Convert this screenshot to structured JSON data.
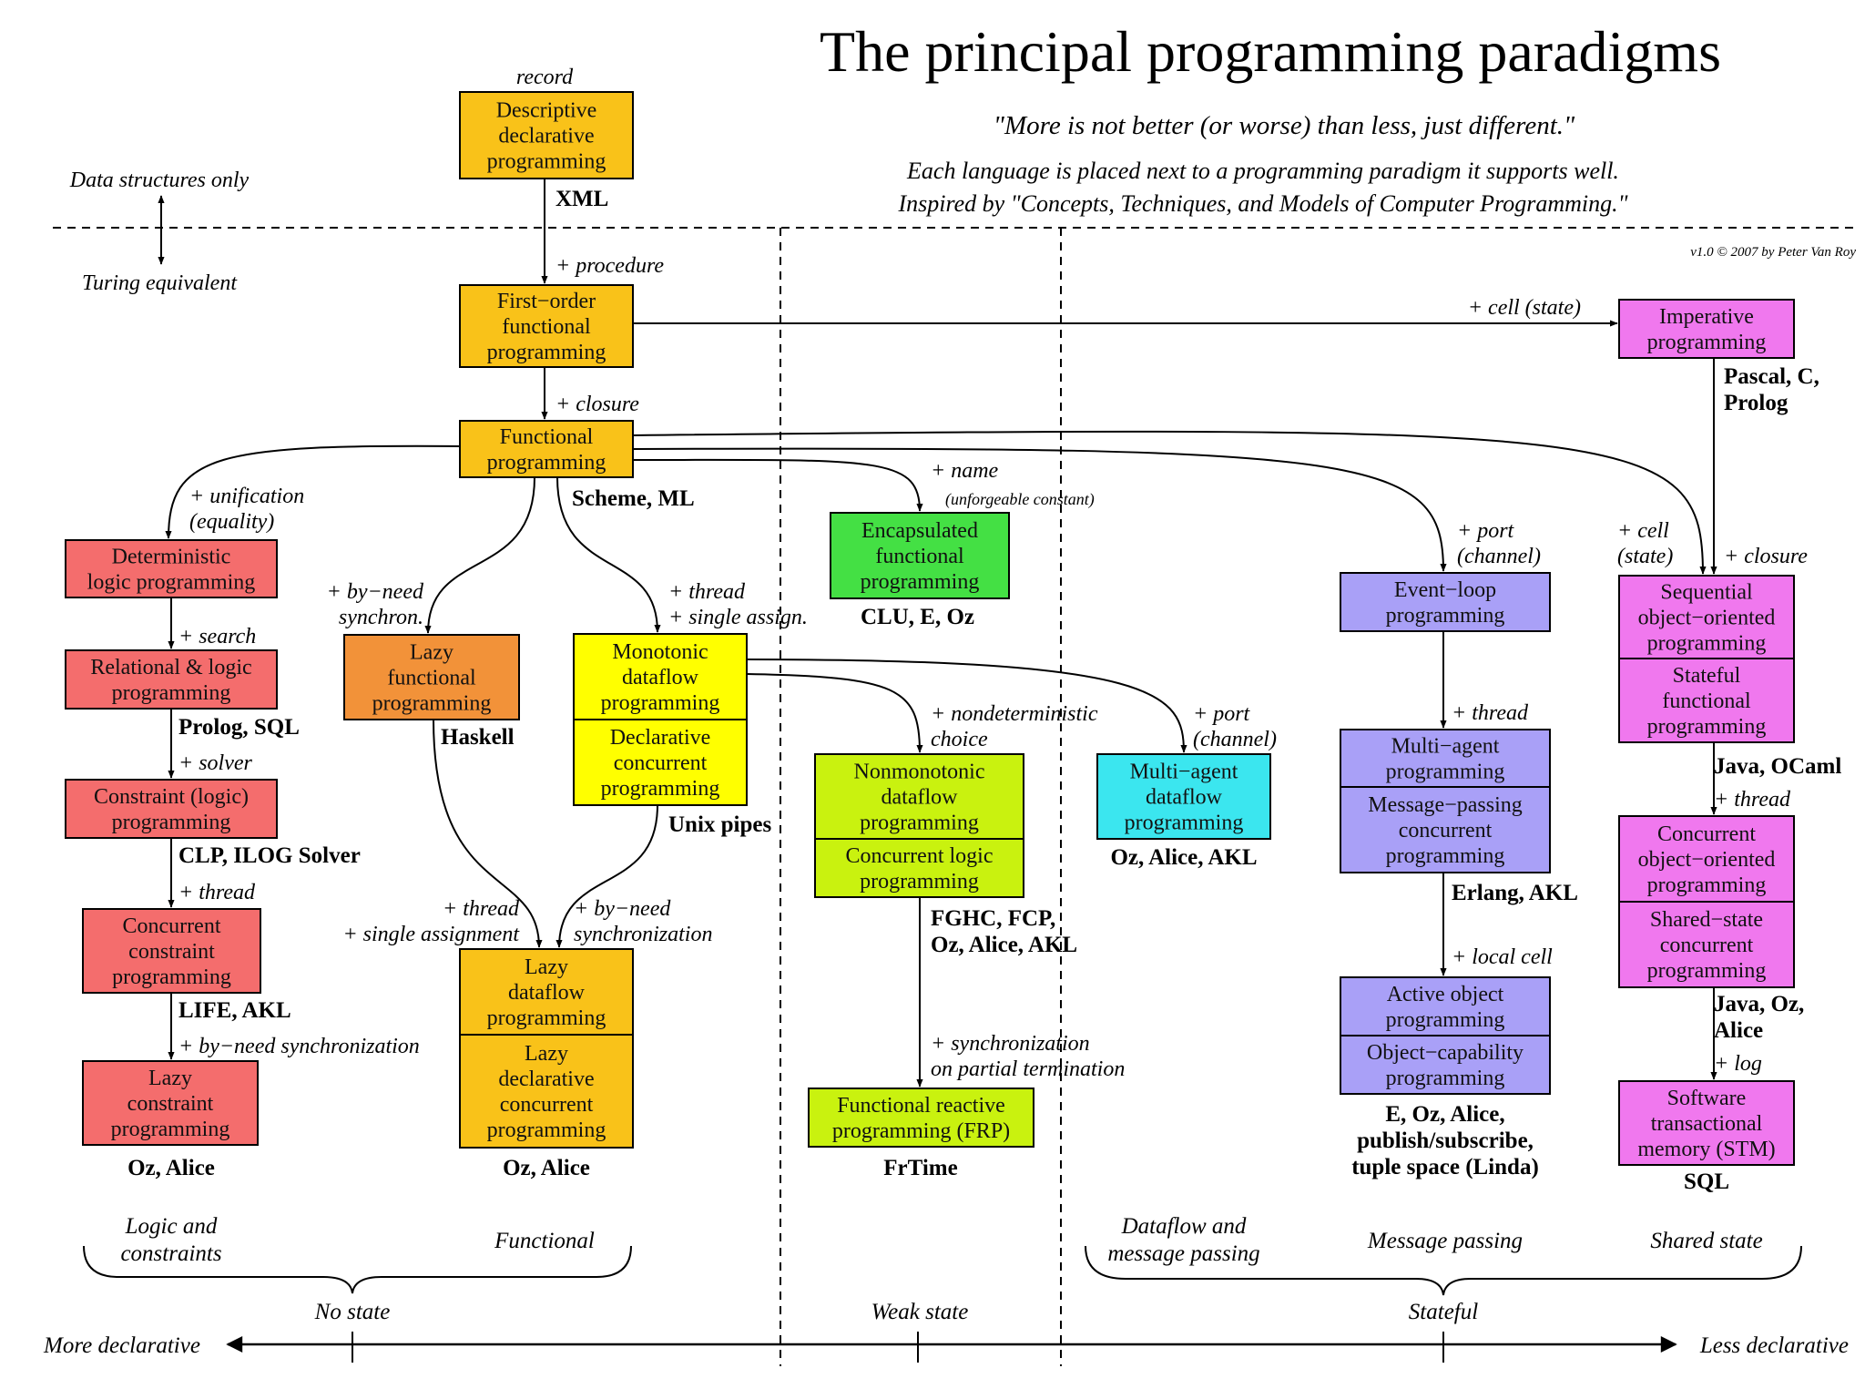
{
  "header": {
    "title": "The principal programming paradigms",
    "subtitle": "\"More is not better (or worse) than less, just different.\"",
    "description_1": "Each language is placed next to a programming paradigm it supports well.",
    "description_2": "Inspired by \"Concepts, Techniques, and Models of Computer Programming.\"",
    "version": "v1.0 © 2007 by Peter Van Roy"
  },
  "left_axis": {
    "top": "Data structures only",
    "bottom": "Turing equivalent"
  },
  "colors": {
    "orange": "#f9c219",
    "red": "#f46d6d",
    "dark_orange": "#f29239",
    "yellow": "#ffff00",
    "green": "#44e044",
    "lime": "#c9f20f",
    "cyan": "#3be6ef",
    "lavender": "#a9a0f7",
    "magenta": "#f078ee"
  },
  "paradigms": {
    "descriptive": {
      "lines": [
        "Descriptive",
        "declarative",
        "programming"
      ],
      "color": "#f9c219"
    },
    "first_order": {
      "lines": [
        "First−order",
        "functional",
        "programming"
      ],
      "color": "#f9c219"
    },
    "functional": {
      "lines": [
        "Functional",
        "programming"
      ],
      "color": "#f9c219"
    },
    "deterministic_logic": {
      "lines": [
        "Deterministic",
        "logic programming"
      ],
      "color": "#f46d6d"
    },
    "relational_logic": {
      "lines": [
        "Relational & logic",
        "programming"
      ],
      "color": "#f46d6d"
    },
    "constraint_logic": {
      "lines": [
        "Constraint (logic)",
        "programming"
      ],
      "color": "#f46d6d"
    },
    "concurrent_constraint": {
      "lines": [
        "Concurrent",
        "constraint",
        "programming"
      ],
      "color": "#f46d6d"
    },
    "lazy_constraint": {
      "lines": [
        "Lazy",
        "constraint",
        "programming"
      ],
      "color": "#f46d6d"
    },
    "lazy_functional": {
      "lines": [
        "Lazy",
        "functional",
        "programming"
      ],
      "color": "#f29239"
    },
    "monotonic_dataflow": {
      "lines": [
        "Monotonic",
        "dataflow",
        "programming"
      ],
      "color": "#ffff00"
    },
    "declarative_concurrent": {
      "lines": [
        "Declarative",
        "concurrent",
        "programming"
      ],
      "color": "#ffff00"
    },
    "lazy_dataflow": {
      "lines": [
        "Lazy",
        "dataflow",
        "programming"
      ],
      "color": "#f9c219"
    },
    "lazy_declarative_concurrent": {
      "lines": [
        "Lazy",
        "declarative",
        "concurrent",
        "programming"
      ],
      "color": "#f9c219"
    },
    "encapsulated_functional": {
      "lines": [
        "Encapsulated",
        "functional",
        "programming"
      ],
      "color": "#44e044"
    },
    "nonmonotonic_dataflow": {
      "lines": [
        "Nonmonotonic",
        "dataflow",
        "programming"
      ],
      "color": "#c9f20f"
    },
    "concurrent_logic": {
      "lines": [
        "Concurrent logic",
        "programming"
      ],
      "color": "#c9f20f"
    },
    "frp": {
      "lines": [
        "Functional reactive",
        "programming (FRP)"
      ],
      "color": "#c9f20f"
    },
    "multi_agent_dataflow": {
      "lines": [
        "Multi−agent",
        "dataflow",
        "programming"
      ],
      "color": "#3be6ef"
    },
    "event_loop": {
      "lines": [
        "Event−loop",
        "programming"
      ],
      "color": "#a9a0f7"
    },
    "multi_agent": {
      "lines": [
        "Multi−agent",
        "programming"
      ],
      "color": "#a9a0f7"
    },
    "message_passing_concurrent": {
      "lines": [
        "Message−passing",
        "concurrent",
        "programming"
      ],
      "color": "#a9a0f7"
    },
    "active_object": {
      "lines": [
        "Active object",
        "programming"
      ],
      "color": "#a9a0f7"
    },
    "object_capability": {
      "lines": [
        "Object−capability",
        "programming"
      ],
      "color": "#a9a0f7"
    },
    "imperative": {
      "lines": [
        "Imperative",
        "programming"
      ],
      "color": "#f078ee"
    },
    "sequential_oo": {
      "lines": [
        "Sequential",
        "object−oriented",
        "programming"
      ],
      "color": "#f078ee"
    },
    "stateful_functional": {
      "lines": [
        "Stateful",
        "functional",
        "programming"
      ],
      "color": "#f078ee"
    },
    "concurrent_oo": {
      "lines": [
        "Concurrent",
        "object−oriented",
        "programming"
      ],
      "color": "#f078ee"
    },
    "shared_state_concurrent": {
      "lines": [
        "Shared−state",
        "concurrent",
        "programming"
      ],
      "color": "#f078ee"
    },
    "stm": {
      "lines": [
        "Software",
        "transactional",
        "memory (STM)"
      ],
      "color": "#f078ee"
    }
  },
  "languages": {
    "xml": [
      "XML"
    ],
    "scheme_ml": [
      "Scheme, ML"
    ],
    "prolog_sql": [
      "Prolog, SQL"
    ],
    "clp": [
      "CLP, ILOG Solver"
    ],
    "life_akl": [
      "LIFE, AKL"
    ],
    "oz_alice_left": [
      "Oz, Alice"
    ],
    "haskell": [
      "Haskell"
    ],
    "unix_pipes": [
      "Unix pipes"
    ],
    "oz_alice_mid": [
      "Oz, Alice"
    ],
    "clu": [
      "CLU, E, Oz"
    ],
    "fghc": [
      "FGHC, FCP,",
      "Oz, Alice, AKL"
    ],
    "frtime": [
      "FrTime"
    ],
    "oz_alice_akl": [
      "Oz, Alice, AKL"
    ],
    "erlang": [
      "Erlang, AKL"
    ],
    "e_oz": [
      "E, Oz, Alice,",
      "publish/subscribe,",
      "tuple space (Linda)"
    ],
    "pascal": [
      "Pascal, C,",
      "Prolog"
    ],
    "java_ocaml": [
      "Java, OCaml"
    ],
    "java_oz_alice": [
      "Java, Oz,",
      "Alice"
    ],
    "sql": [
      "SQL"
    ]
  },
  "edge_labels": {
    "record": [
      "record"
    ],
    "procedure": [
      "+ procedure"
    ],
    "cell_state_top": [
      "+ cell (state)"
    ],
    "closure_top": [
      "+ closure"
    ],
    "unification": [
      "+ unification",
      "(equality)"
    ],
    "search": [
      "+ search"
    ],
    "solver": [
      "+ solver"
    ],
    "thread_left": [
      "+ thread"
    ],
    "by_need_sync_left": [
      "+ by−need synchronization"
    ],
    "by_need_synchron": [
      "+ by−need",
      "synchron."
    ],
    "thread_single": [
      "+ thread",
      "+ single assign."
    ],
    "thread_single_assignment": [
      "+ thread",
      "+ single assignment"
    ],
    "by_need_synchronization": [
      "+ by−need",
      "synchronization"
    ],
    "name": [
      "+ name"
    ],
    "unforgeable": [
      "(unforgeable constant)"
    ],
    "nondeterministic": [
      "+ nondeterministic",
      "choice"
    ],
    "port_channel_mid": [
      "+ port",
      "(channel)"
    ],
    "sync_partial": [
      "+ synchronization",
      "on partial termination"
    ],
    "port_channel_right": [
      "+ port",
      "(channel)"
    ],
    "thread_mid": [
      "+ thread"
    ],
    "local_cell": [
      "+ local cell"
    ],
    "cell_state_right": [
      "+ cell",
      "(state)"
    ],
    "closure_right": [
      "+ closure"
    ],
    "thread_right": [
      "+ thread"
    ],
    "log": [
      "+ log"
    ]
  },
  "groups": {
    "logic_constraints": [
      "Logic and",
      "constraints"
    ],
    "functional": [
      "Functional"
    ],
    "dataflow_message": [
      "Dataflow and",
      "message passing"
    ],
    "message_passing": [
      "Message passing"
    ],
    "shared_state": [
      "Shared state"
    ],
    "no_state": [
      "No state"
    ],
    "weak_state": [
      "Weak state"
    ],
    "stateful": [
      "Stateful"
    ]
  },
  "bottom_axis": {
    "left": "More declarative",
    "right": "Less declarative"
  }
}
